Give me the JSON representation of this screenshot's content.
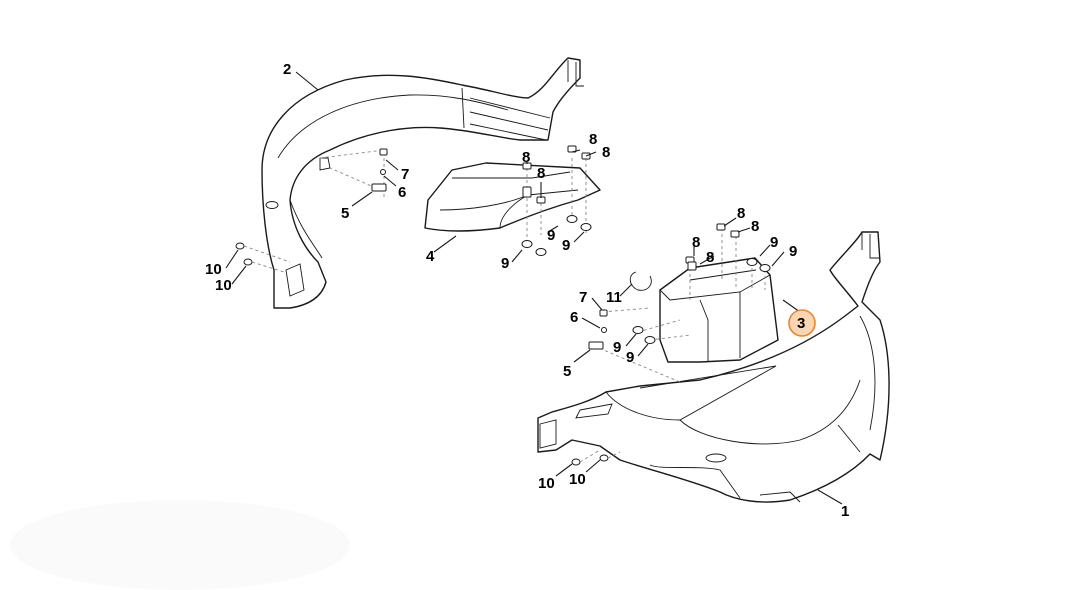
{
  "diagram": {
    "highlight_color": "#e8862e",
    "highlighted_callout": "3",
    "callouts": [
      {
        "id": "c-2",
        "label": "2"
      },
      {
        "id": "c-7-left",
        "label": "7"
      },
      {
        "id": "c-6-left",
        "label": "6"
      },
      {
        "id": "c-5-left",
        "label": "5"
      },
      {
        "id": "c-8-a",
        "label": "8"
      },
      {
        "id": "c-8-b",
        "label": "8"
      },
      {
        "id": "c-8-c",
        "label": "8"
      },
      {
        "id": "c-8-d",
        "label": "8"
      },
      {
        "id": "c-9-a",
        "label": "9"
      },
      {
        "id": "c-9-b",
        "label": "9"
      },
      {
        "id": "c-9-c",
        "label": "9"
      },
      {
        "id": "c-4",
        "label": "4"
      },
      {
        "id": "c-10-a",
        "label": "10"
      },
      {
        "id": "c-10-b",
        "label": "10"
      },
      {
        "id": "c-8-e",
        "label": "8"
      },
      {
        "id": "c-8-f",
        "label": "8"
      },
      {
        "id": "c-8-g",
        "label": "8"
      },
      {
        "id": "c-8-h",
        "label": "8"
      },
      {
        "id": "c-9-d",
        "label": "9"
      },
      {
        "id": "c-9-e",
        "label": "9"
      },
      {
        "id": "c-11",
        "label": "11"
      },
      {
        "id": "c-7-right",
        "label": "7"
      },
      {
        "id": "c-6-right",
        "label": "6"
      },
      {
        "id": "c-3",
        "label": "3"
      },
      {
        "id": "c-9-f",
        "label": "9"
      },
      {
        "id": "c-9-g",
        "label": "9"
      },
      {
        "id": "c-5-right",
        "label": "5"
      },
      {
        "id": "c-10-c",
        "label": "10"
      },
      {
        "id": "c-10-d",
        "label": "10"
      },
      {
        "id": "c-1",
        "label": "1"
      }
    ]
  }
}
